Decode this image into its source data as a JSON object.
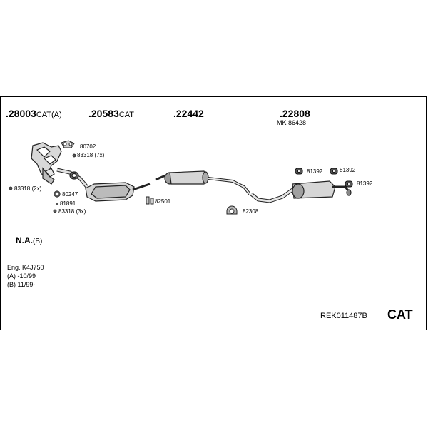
{
  "assembly": {
    "parts": [
      {
        "num": "28003",
        "suffix": "CAT(A)"
      },
      {
        "num": "20583",
        "suffix": "CAT"
      },
      {
        "num": "22442",
        "suffix": ""
      },
      {
        "num": "22808",
        "suffix": ""
      }
    ],
    "mk_label": "MK  86428"
  },
  "labels": {
    "l80702": "80702",
    "l83318_7x": "83318 (7x)",
    "l83318_2x": "83318 (2x)",
    "l80247": "80247",
    "l81891": "81891",
    "l83318_3x": "83318 (3x)",
    "l82501": "82501",
    "l82308": "82308",
    "l81392a": "81392",
    "l81392b": "81392",
    "l81392c": "81392"
  },
  "variant": {
    "name": "N.A.",
    "code": "(B)"
  },
  "notes": {
    "engine": "Eng.  K4J750",
    "a": "(A)  -10/99",
    "b": "(B)  11/99-"
  },
  "footer": {
    "ref": "REK011487B",
    "badge": "CAT"
  },
  "icons": [
    "bolt-icon",
    "clamp-icon",
    "rubber-hanger-icon",
    "bracket-icon",
    "u-clamp-icon",
    "gasket-icon"
  ]
}
